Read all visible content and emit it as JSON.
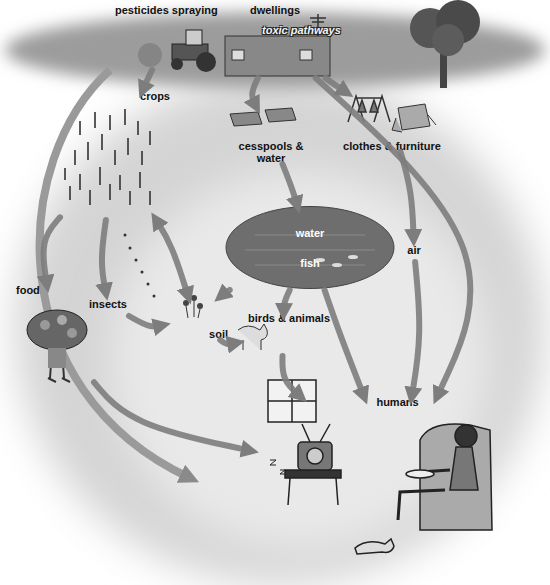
{
  "diagram": {
    "nodes": [
      {
        "text": [
          "pesticides spraying"
        ]
      },
      {
        "text": [
          "dwellings"
        ]
      },
      {
        "text": [
          "crops"
        ]
      },
      {
        "text": [
          "cesspools & water"
        ]
      },
      {
        "text": [
          "clothes & furniture"
        ]
      },
      {
        "text": [
          "water",
          "fish"
        ]
      },
      {
        "text": [
          "air"
        ]
      },
      {
        "text": [
          "food"
        ]
      },
      {
        "text": [
          "insects"
        ]
      },
      {
        "text": [
          "soil"
        ]
      },
      {
        "text": [
          "birds & animals"
        ]
      },
      {
        "text": [
          "humans"
        ]
      }
    ],
    "edges": [
      {
        "from": 0,
        "to": 2,
        "arrow": "to"
      },
      {
        "from": 1,
        "to": 3,
        "arrow": "to"
      },
      {
        "from": 1,
        "to": 4,
        "arrow": "to"
      },
      {
        "from": 1,
        "to": 11,
        "arrow": "to"
      },
      {
        "from": 2,
        "to": 7,
        "arrow": "to"
      },
      {
        "from": 2,
        "to": 8,
        "arrow": "to"
      },
      {
        "from": 2,
        "to": 9,
        "arrow": "both"
      },
      {
        "from": 3,
        "to": 5,
        "arrow": "to"
      },
      {
        "from": 4,
        "to": 6,
        "arrow": "to"
      },
      {
        "from": 6,
        "to": 11,
        "arrow": "to"
      },
      {
        "from": 5,
        "to": 9,
        "arrow": "to"
      },
      {
        "from": 5,
        "to": 10,
        "arrow": "to"
      },
      {
        "from": 5,
        "to": 11,
        "arrow": "to"
      },
      {
        "from": 8,
        "to": 9,
        "arrow": "to"
      },
      {
        "from": 9,
        "to": 10,
        "arrow": "to"
      },
      {
        "from": 10,
        "to": 11,
        "arrow": "to"
      },
      {
        "from": 7,
        "to": 11,
        "arrow": "to"
      }
    ],
    "labels": [
      "toxic pathways"
    ]
  }
}
